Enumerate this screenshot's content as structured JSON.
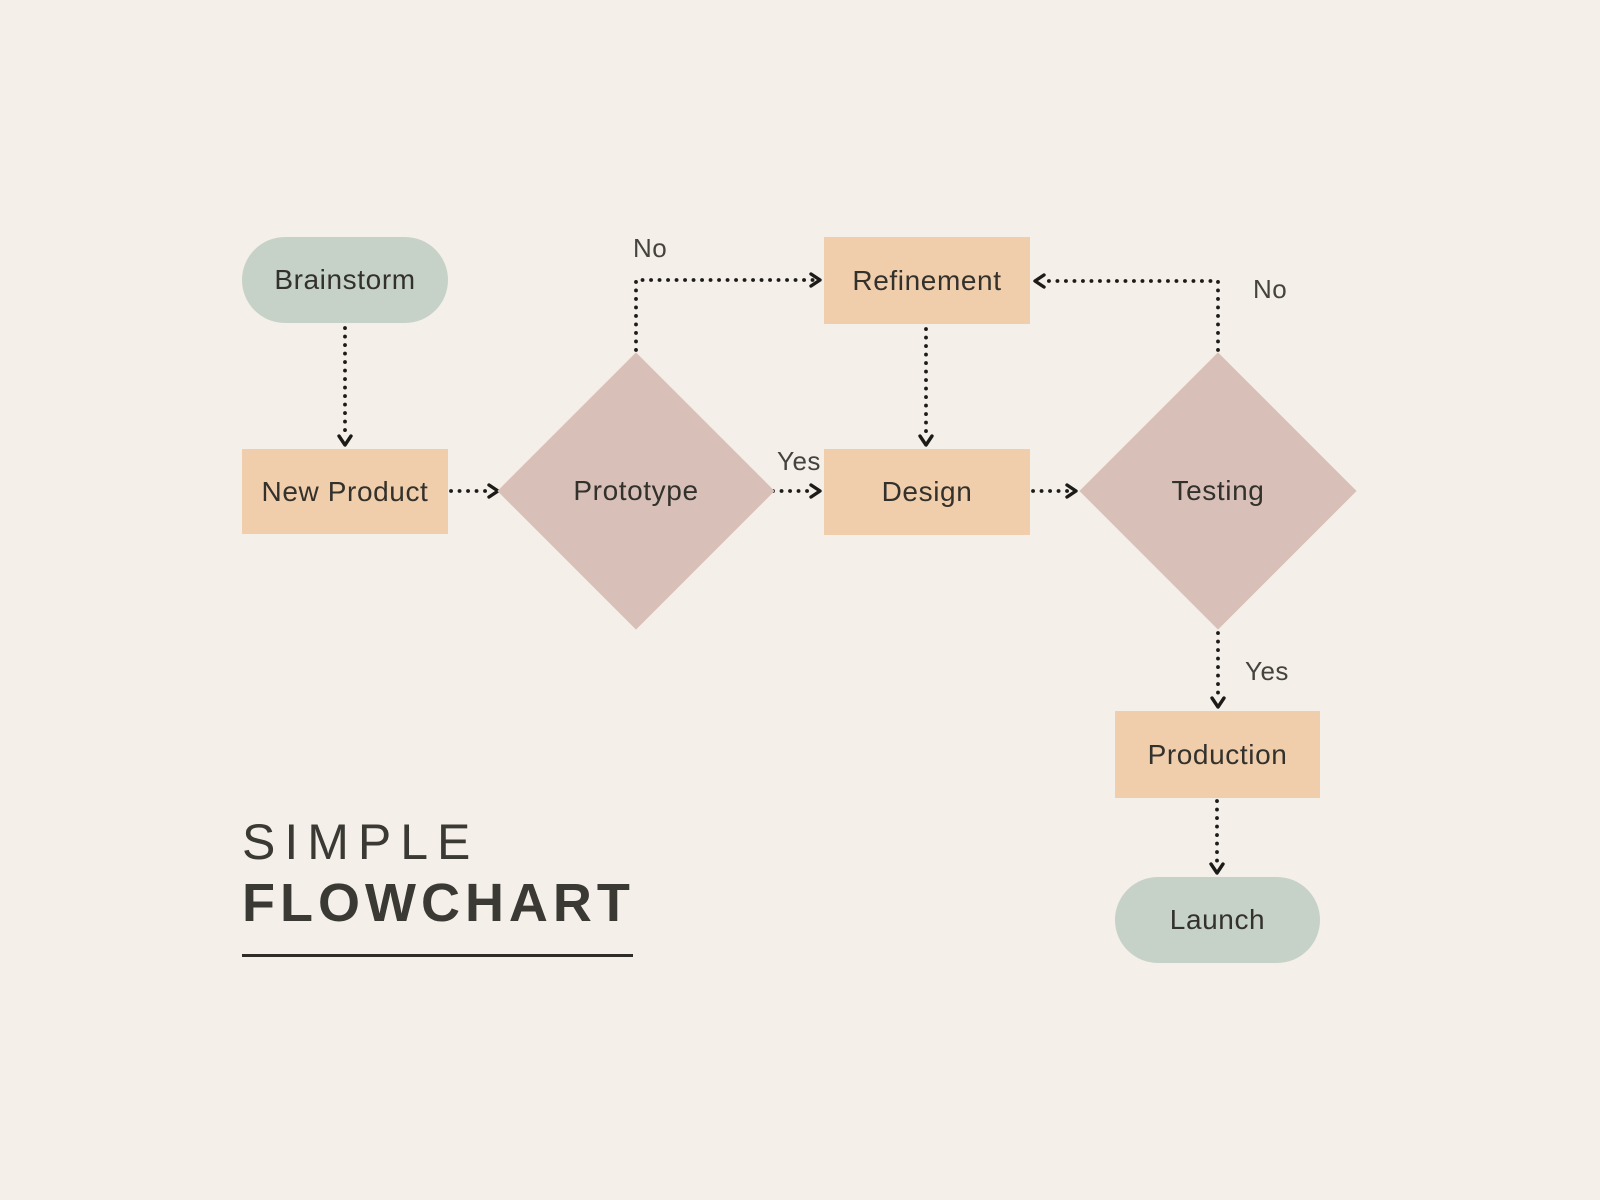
{
  "title": {
    "line1": "SIMPLE",
    "line2": "FLOWCHART"
  },
  "colors": {
    "bg": "#f4efe9",
    "sage": "#c6d2c7",
    "peach": "#f0cdab",
    "mauve": "#d8c0b8",
    "ink": "#1d1b18",
    "node_text": "#33312c",
    "label_text": "#45433e",
    "title_text": "#3b3934"
  },
  "nodes": {
    "brainstorm": {
      "label": "Brainstorm",
      "shape": "pill",
      "color_key": "sage"
    },
    "new_product": {
      "label": "New Product",
      "shape": "rect",
      "color_key": "peach"
    },
    "prototype": {
      "label": "Prototype",
      "shape": "diamond",
      "color_key": "mauve"
    },
    "refinement": {
      "label": "Refinement",
      "shape": "rect",
      "color_key": "peach"
    },
    "design": {
      "label": "Design",
      "shape": "rect",
      "color_key": "peach"
    },
    "testing": {
      "label": "Testing",
      "shape": "diamond",
      "color_key": "mauve"
    },
    "production": {
      "label": "Production",
      "shape": "rect",
      "color_key": "peach"
    },
    "launch": {
      "label": "Launch",
      "shape": "pill",
      "color_key": "sage"
    }
  },
  "edges": [
    {
      "from": "Brainstorm",
      "to": "New Product",
      "label": ""
    },
    {
      "from": "New Product",
      "to": "Prototype",
      "label": ""
    },
    {
      "from": "Prototype",
      "to": "Refinement",
      "label": "No"
    },
    {
      "from": "Prototype",
      "to": "Design",
      "label": "Yes"
    },
    {
      "from": "Refinement",
      "to": "Design",
      "label": ""
    },
    {
      "from": "Design",
      "to": "Testing",
      "label": ""
    },
    {
      "from": "Testing",
      "to": "Refinement",
      "label": "No"
    },
    {
      "from": "Testing",
      "to": "Production",
      "label": "Yes"
    },
    {
      "from": "Production",
      "to": "Launch",
      "label": ""
    }
  ]
}
